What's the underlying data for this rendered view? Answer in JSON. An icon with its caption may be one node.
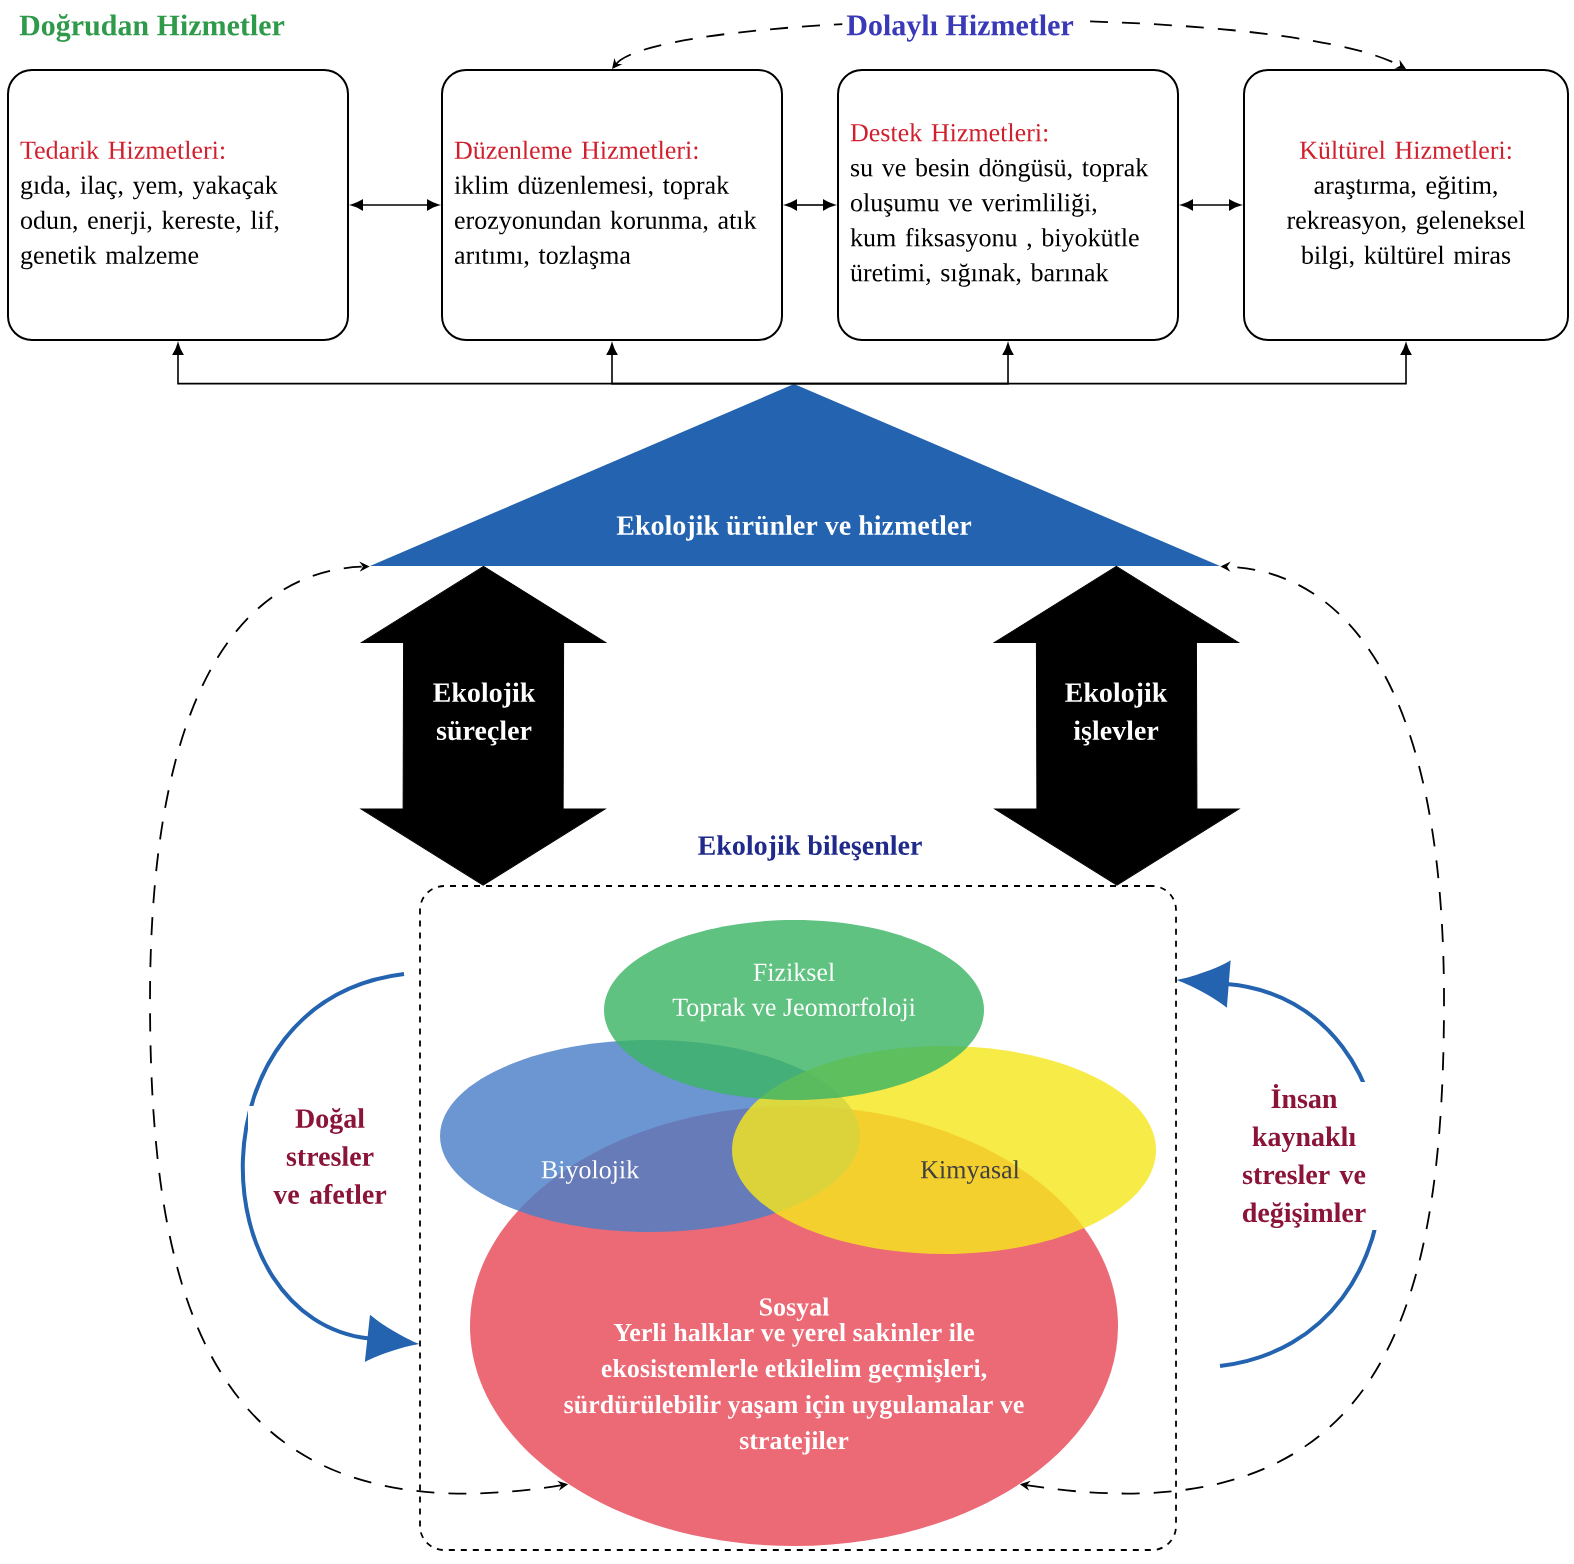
{
  "diagram": {
    "nodes": [
      {
        "text": [
          "Tedarik Hizmetleri:",
          "gıda, ilaç, yem, yakaçak odun, enerji, kereste, lif, genetik malzeme"
        ]
      },
      {
        "text": [
          "Düzenleme Hizmetleri:",
          "iklim düzenlemesi, toprak erozyonundan korunma, atık arıtımı, tozlaşma"
        ]
      },
      {
        "text": [
          "Destek Hizmetleri:",
          "su ve besin döngüsü, toprak oluşumu ve verimliliği, kum fiksasyonu , biyokütle üretimi, sığınak, barınak"
        ]
      },
      {
        "text": [
          "Kültürel Hizmetleri:",
          "araştırma, eğitim, rekreasyon, geleneksel bilgi, kültürel miras"
        ]
      },
      {
        "text": [
          "Ekolojik ürünler ve hizmetler"
        ]
      },
      {
        "text": [
          "Ekolojik bileşenler"
        ]
      },
      {
        "text": [
          "Biyolojik"
        ],
        "in": 5
      },
      {
        "text": [
          "Kimyasal"
        ],
        "in": 5
      },
      {
        "text": [
          "Fiziksel",
          "Toprak ve Jeomorfoloji"
        ],
        "in": 5
      },
      {
        "text": [
          "Sosyal",
          "Yerli halklar ve yerel sakinler ile ekosistemlerle etkilelim geçmişleri, sürdürülebilir yaşam için uygulamalar ve stratejiler"
        ],
        "in": 5
      }
    ],
    "edges": [
      {
        "from": 0,
        "to": 1,
        "arrow": "both"
      },
      {
        "from": 1,
        "to": 2,
        "arrow": "both"
      },
      {
        "from": 2,
        "to": 3,
        "arrow": "both"
      },
      {
        "from": 1,
        "to": 3,
        "arrow": "both",
        "style": "dashed",
        "label": "Dolaylı Hizmetler"
      },
      {
        "from": 4,
        "to": 0,
        "arrow": "to"
      },
      {
        "from": 4,
        "to": 1,
        "arrow": "to"
      },
      {
        "from": 4,
        "to": 2,
        "arrow": "to"
      },
      {
        "from": 4,
        "to": 3,
        "arrow": "to"
      },
      {
        "from": 4,
        "to": 5,
        "arrow": "both",
        "style": "thick",
        "label": "Ekolojik süreçler"
      },
      {
        "from": 4,
        "to": 5,
        "arrow": "both",
        "style": "thick",
        "label": "Ekolojik işlevler"
      },
      {
        "from": 9,
        "to": 4,
        "arrow": "both",
        "style": "dashed"
      },
      {
        "from": 9,
        "to": 4,
        "arrow": "both",
        "style": "dashed"
      },
      {
        "from": null,
        "to": 5,
        "arrow": "to",
        "color": "#2463b0",
        "label": "Doğal stresler ve afetler"
      },
      {
        "from": null,
        "to": 5,
        "arrow": "to",
        "color": "#2463b0",
        "label": "İnsan kaynaklı stresler ve değişimler"
      }
    ],
    "labels": [
      "Doğrudan Hizmetler"
    ]
  }
}
